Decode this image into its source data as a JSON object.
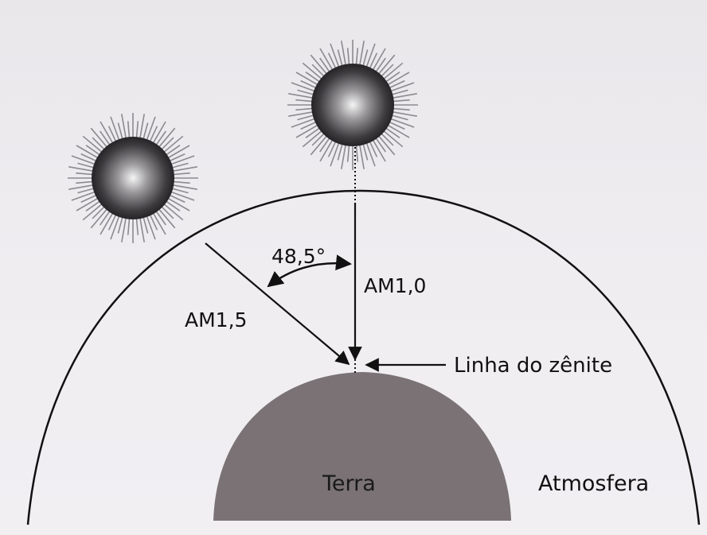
{
  "labels": {
    "angle": "48,5°",
    "am10": "AM1,0",
    "am15": "AM1,5",
    "zenith_line": "Linha do zênite",
    "earth": "Terra",
    "atmosphere": "Atmosfera"
  },
  "colors": {
    "earth": "#7a7275",
    "sun_core": "#f2f2f2",
    "sun_edge": "#2b2a2c",
    "sun_rays": "#8c8a8e",
    "stroke": "#111111",
    "background": "#ecebee"
  }
}
